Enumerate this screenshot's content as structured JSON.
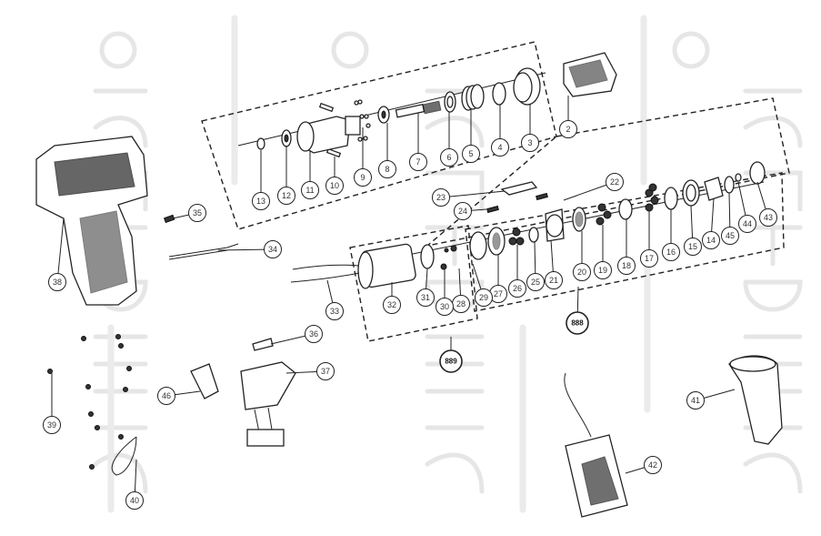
{
  "watermark": {
    "brand": "Sturm!",
    "slogan": "Нас рекомендуют друзья"
  },
  "diagram": {
    "title": "Exploded parts diagram – cordless drill",
    "labels": [
      "2",
      "3",
      "4",
      "5",
      "6",
      "7",
      "8",
      "9",
      "10",
      "11",
      "12",
      "13",
      "22",
      "23",
      "24",
      "43",
      "44",
      "45",
      "14",
      "15",
      "16",
      "17",
      "18",
      "19",
      "20",
      "21",
      "25",
      "26",
      "27",
      "29",
      "28",
      "30",
      "31",
      "32",
      "33",
      "888",
      "889",
      "34",
      "35",
      "38",
      "36",
      "37",
      "46",
      "39",
      "40",
      "41",
      "42"
    ]
  }
}
